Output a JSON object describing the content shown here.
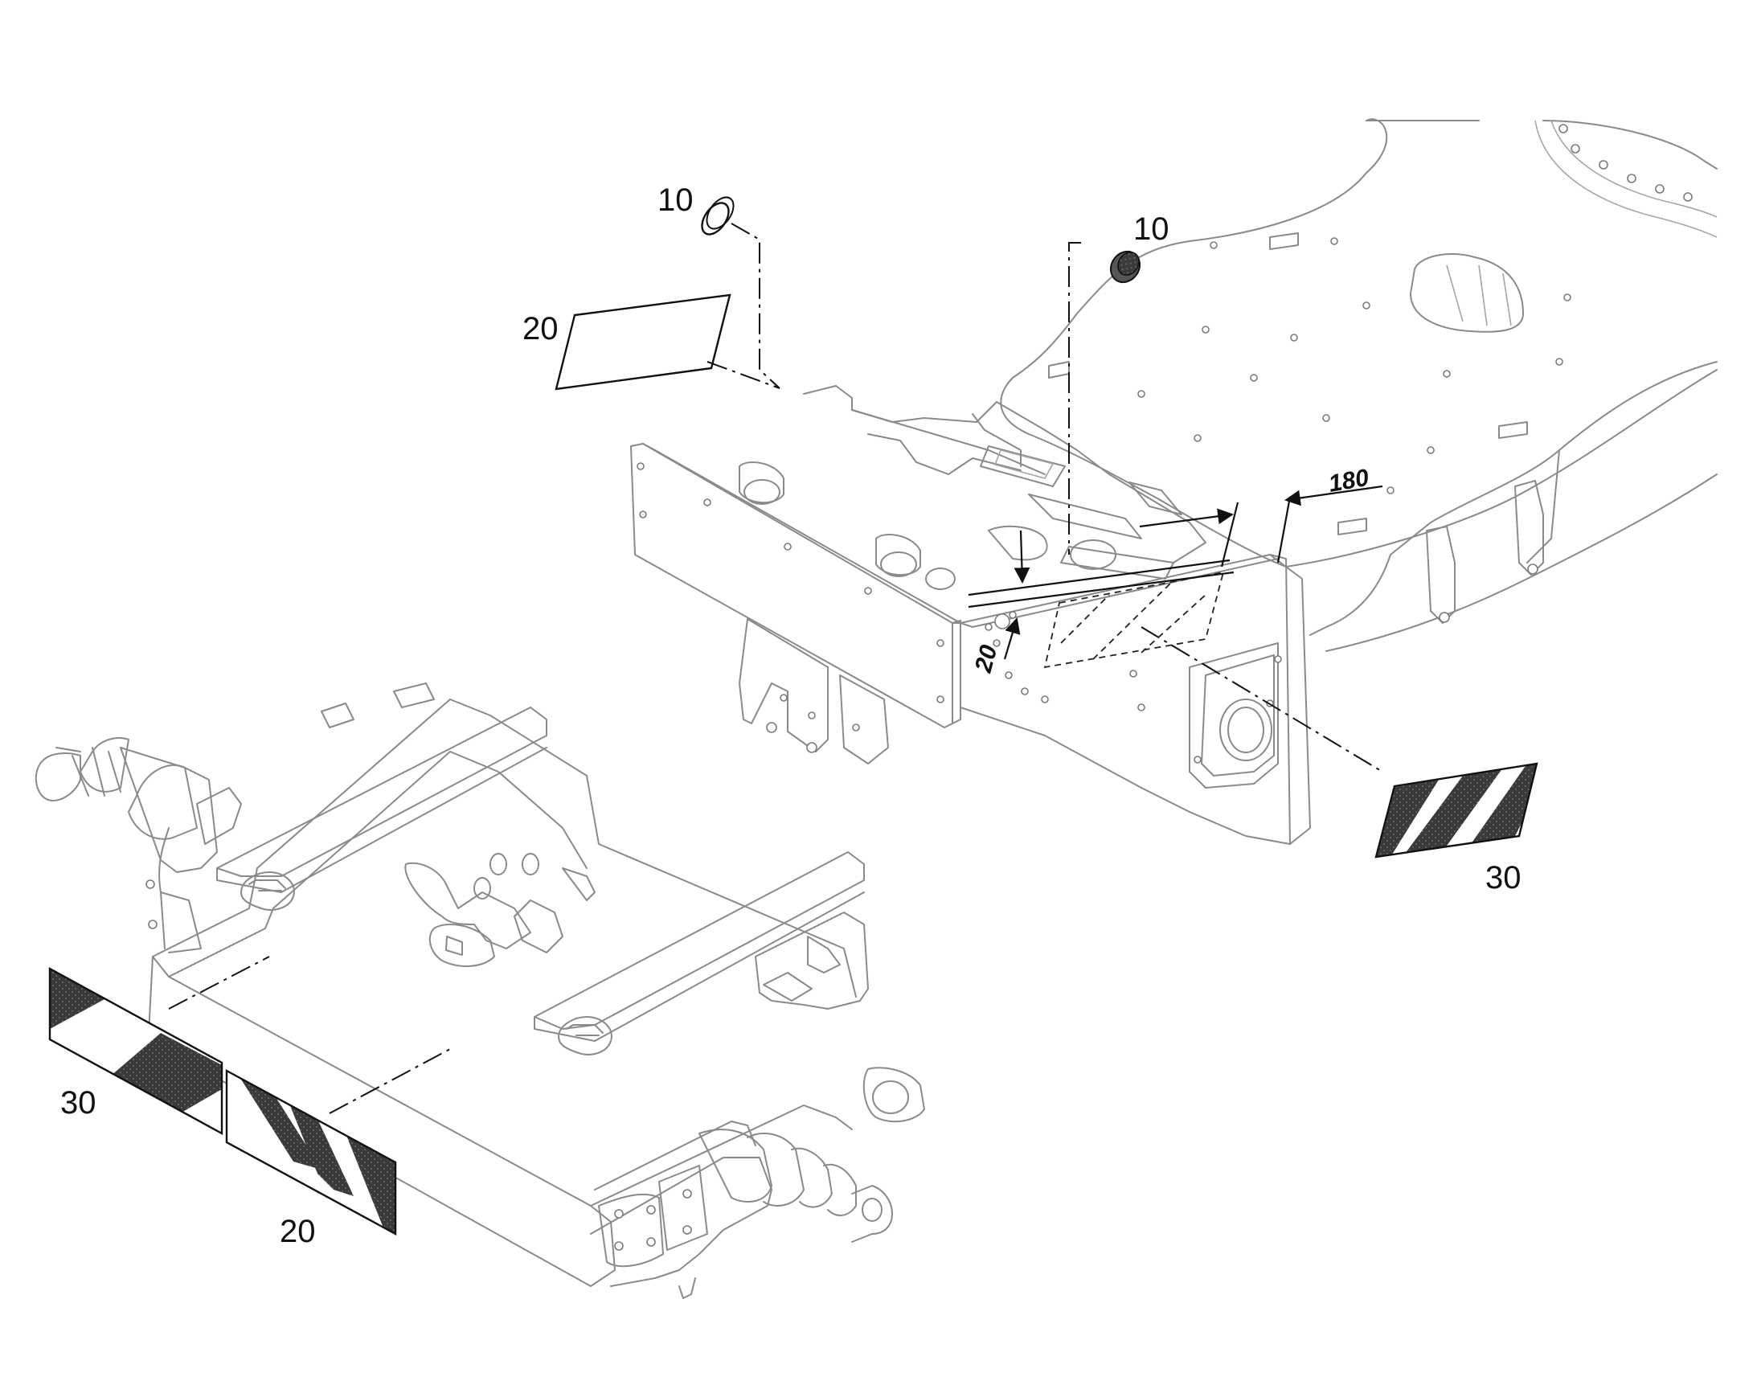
{
  "callouts": {
    "item_10_top_left": "10",
    "item_10_top_center": "10",
    "item_20_top_left": "20",
    "item_30_right": "30",
    "item_30_bottom_left": "30",
    "item_20_bottom_left": "20"
  },
  "dimensions": {
    "horizontal_offset": "180",
    "vertical_offset": "20"
  },
  "colors": {
    "line_art": "#8a8a8a",
    "ink": "#111111",
    "stripe_fill": "#3a3a3a",
    "background": "#ffffff"
  }
}
